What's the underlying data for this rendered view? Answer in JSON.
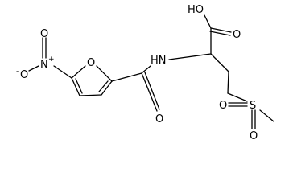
{
  "structure": {
    "bond_color": "#000000",
    "background_color": "#ffffff",
    "atom_labels": {
      "hydroxyl": "HO",
      "acid_carbonyl_oxygen": "O",
      "amide_nitrogen": "HN",
      "amide_carbonyl_oxygen": "O",
      "furan_oxygen": "O",
      "nitro_nitrogen": "N",
      "nitro_nitrogen_charge": "+",
      "nitro_oxygen_top": "O",
      "nitro_oxygen_anion": "O",
      "nitro_oxygen_anion_charge": "-",
      "sulfur": "S",
      "sulfonyl_oxygen_left": "O",
      "sulfonyl_oxygen_bottom": "O"
    }
  }
}
